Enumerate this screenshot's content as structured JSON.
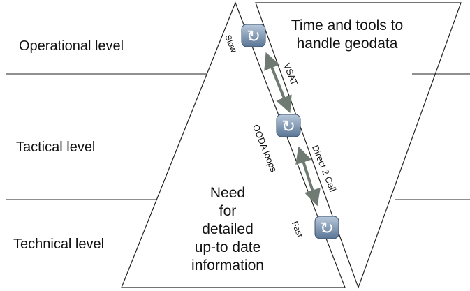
{
  "levels": {
    "operational": "Operational  level",
    "tactical": "Tactical level",
    "technical": "Technical level"
  },
  "top_triangle_text": [
    "Time and tools to",
    "handle geodata"
  ],
  "bottom_triangle_text": [
    "Need",
    "for",
    "detailed",
    "up-to date",
    "information"
  ],
  "loop_labels": {
    "slow": "Slow",
    "fast": "Fast",
    "ooda": "OODA loops"
  },
  "link_labels": {
    "upper": "VSAT",
    "lower": "Direct 2 Cell"
  },
  "icon": {
    "name": "ooda-loop-icon",
    "glyph": "↻",
    "badge": "1"
  },
  "colors": {
    "icon_top": "#b8c8db",
    "icon_bottom": "#5a7595",
    "arrow": "#6e7a72",
    "line": "#222222"
  }
}
